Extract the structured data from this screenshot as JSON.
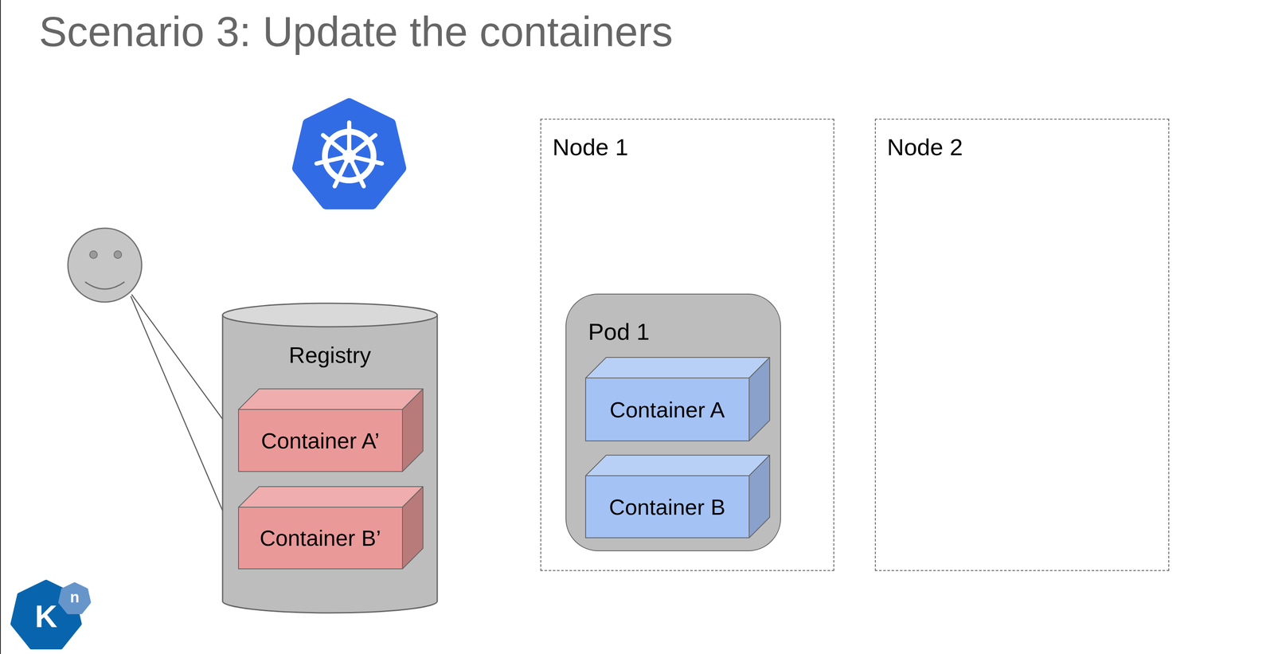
{
  "diagram": {
    "title": "Scenario 3: Update the containers",
    "nodes": [
      {
        "text": [
          "Registry"
        ]
      },
      {
        "text": [
          "Container A’"
        ],
        "in": 0
      },
      {
        "text": [
          "Container B’"
        ],
        "in": 0
      },
      {
        "text": [
          "Node 1"
        ]
      },
      {
        "text": [
          "Pod 1"
        ],
        "in": 3
      },
      {
        "text": [
          "Container A"
        ],
        "in": 4
      },
      {
        "text": [
          "Container B"
        ],
        "in": 4
      },
      {
        "text": [
          "Node 2"
        ]
      }
    ],
    "labels": [
      "K",
      "n"
    ]
  }
}
